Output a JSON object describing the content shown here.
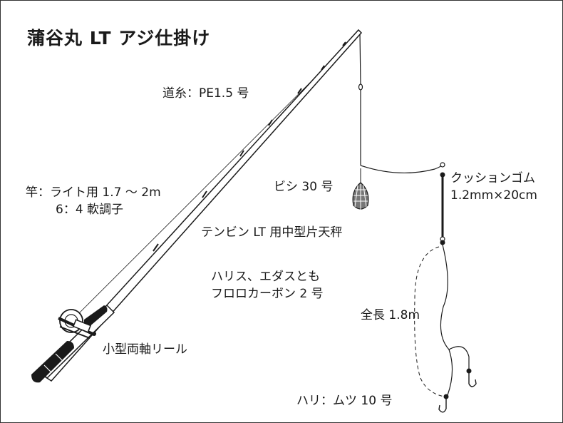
{
  "title": "蒲谷丸 LT アジ仕掛け",
  "labels": {
    "main_line": "道糸：PE1.5 号",
    "rod_line1": "竿：ライト用 1.7 ～ 2m",
    "rod_line2": "6：4 軟調子",
    "sinker": "ビシ 30 号",
    "tenbin": "テンビン LT 用中型片天秤",
    "cushion_line1": "クッションゴム",
    "cushion_line2": "1.2mm×20cm",
    "harisu_line1": "ハリス、エダスとも",
    "harisu_line2": "フロロカーボン 2 号",
    "total_length": "全長 1.8m",
    "reel": "小型両軸リール",
    "hook": "ハリ：ムツ 10 号"
  },
  "colors": {
    "line": "#1a1a1a",
    "rod": "#ffffff",
    "grip": "#1a1a1a",
    "sinker": "#777777"
  },
  "icons": {
    "reel": "reel-icon",
    "sinker": "sinker-icon",
    "hook": "hook-icon",
    "swivel": "swivel-icon"
  }
}
